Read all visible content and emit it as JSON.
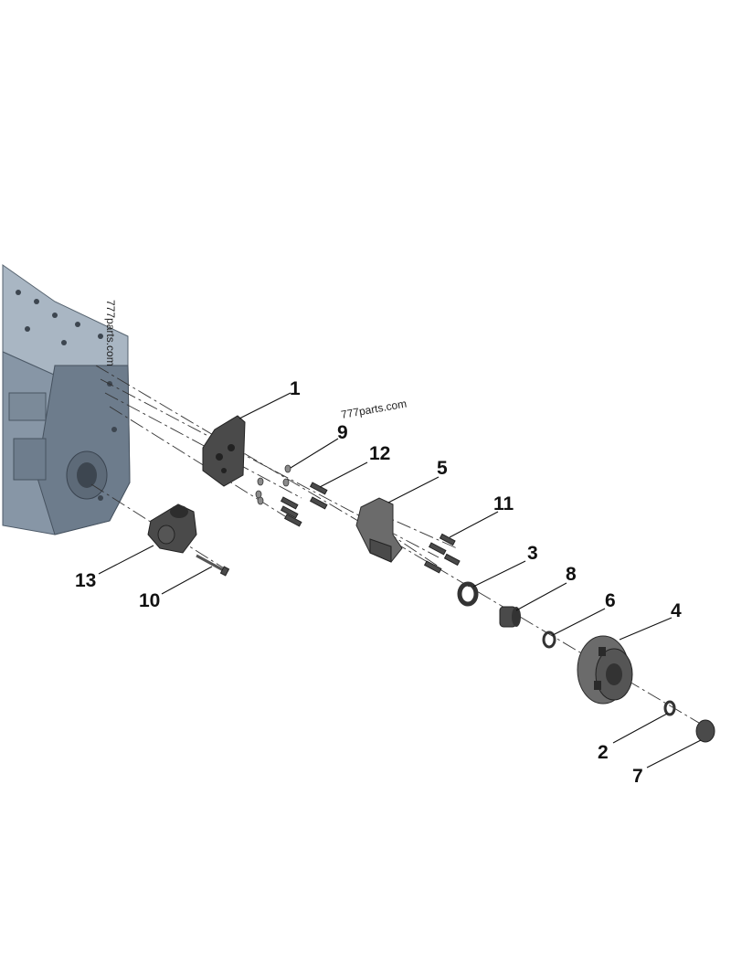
{
  "watermarks": [
    "777parts.com",
    "777parts.com"
  ],
  "callouts": [
    "1",
    "9",
    "12",
    "5",
    "11",
    "3",
    "8",
    "6",
    "4",
    "2",
    "7",
    "13",
    "10"
  ]
}
